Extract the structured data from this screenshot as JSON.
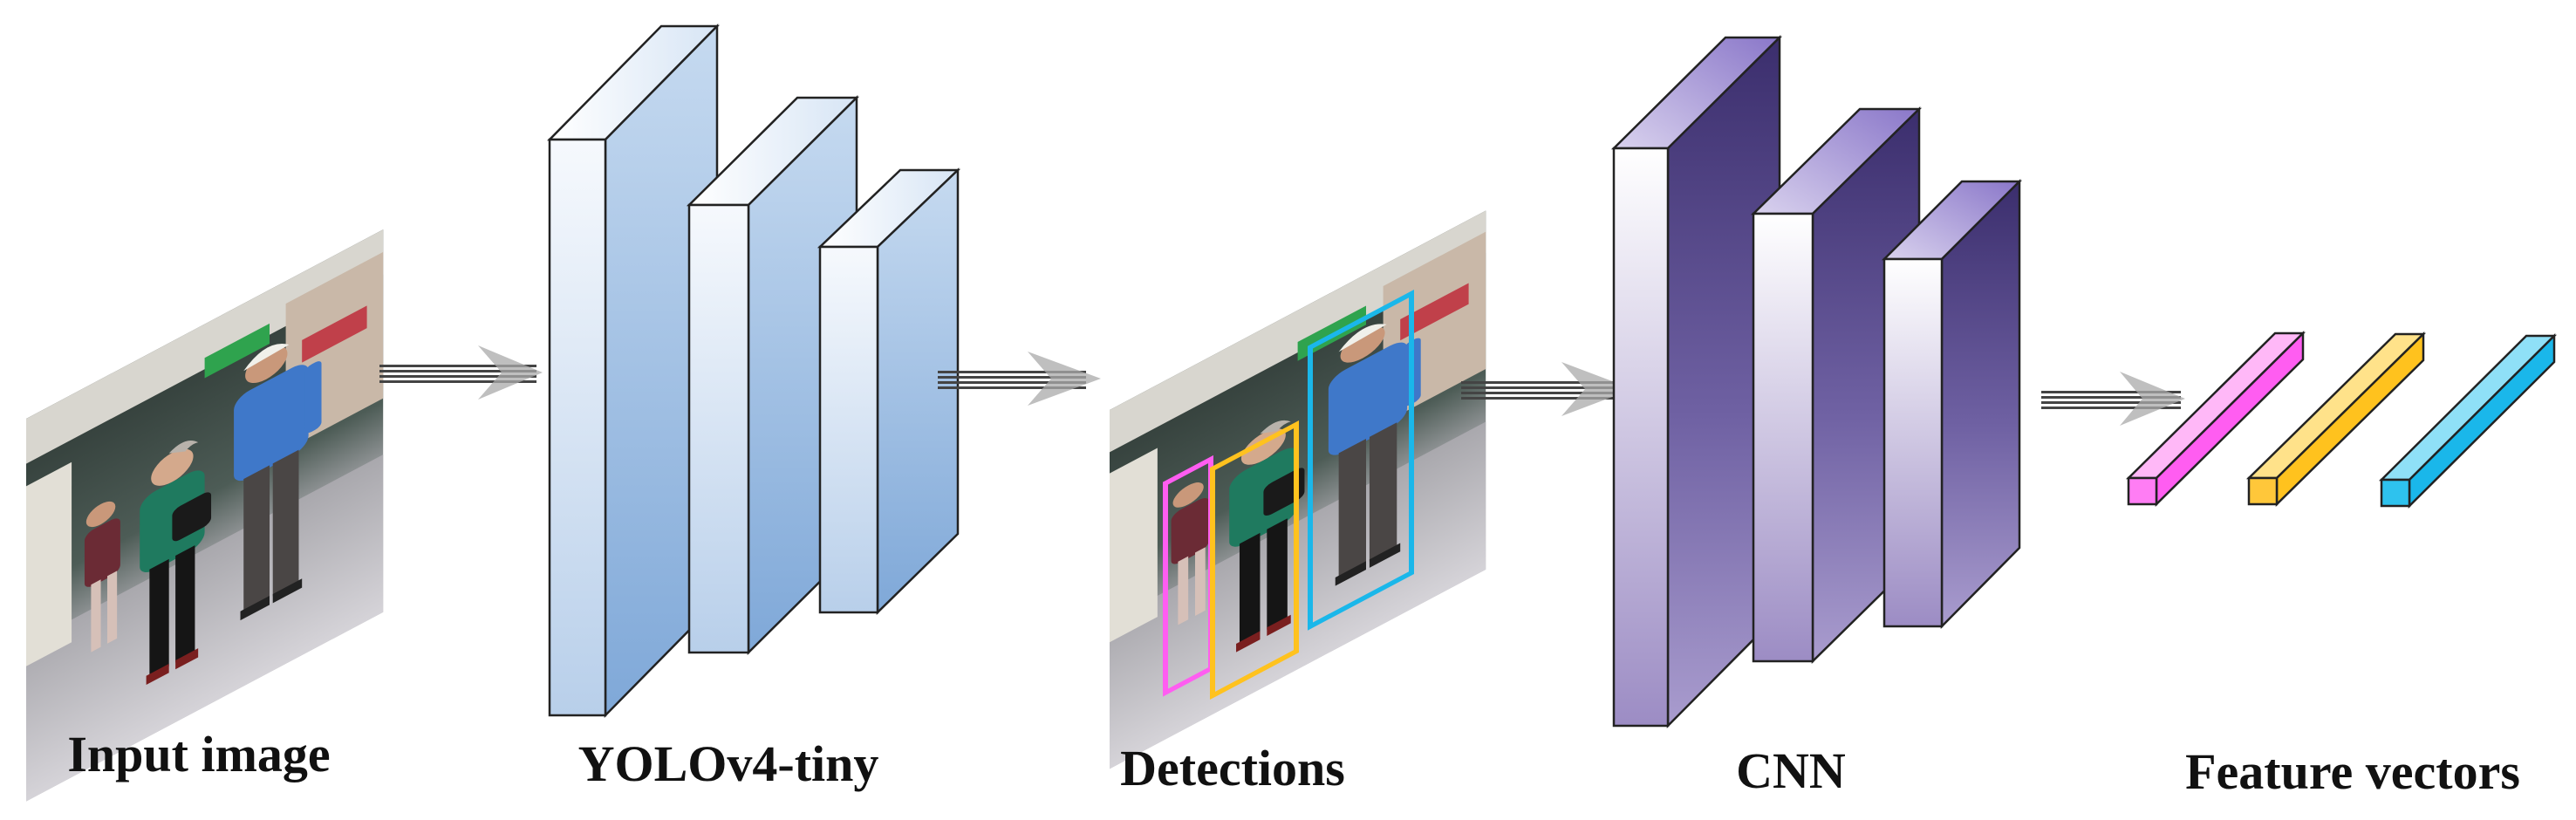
{
  "labels": {
    "input": "Input image",
    "detector": "YOLOv4-tiny",
    "detections": "Detections",
    "cnn": "CNN",
    "features": "Feature vectors"
  },
  "colors": {
    "yolo_light": "#eef3fb",
    "yolo_mid": "#b6cfec",
    "yolo_dark": "#7ea7d6",
    "cnn_light": "#f1eef8",
    "cnn_mid": "#a495c9",
    "cnn_dark": "#3c2f70",
    "person_1": "#ff5df1",
    "person_2": "#ffc21e",
    "person_3": "#1ab7ea",
    "arrow": "#333333"
  },
  "icons": {
    "input_image": "photo-icon",
    "detections_image": "photo-icon",
    "arrow": "arrow-right-icon"
  }
}
